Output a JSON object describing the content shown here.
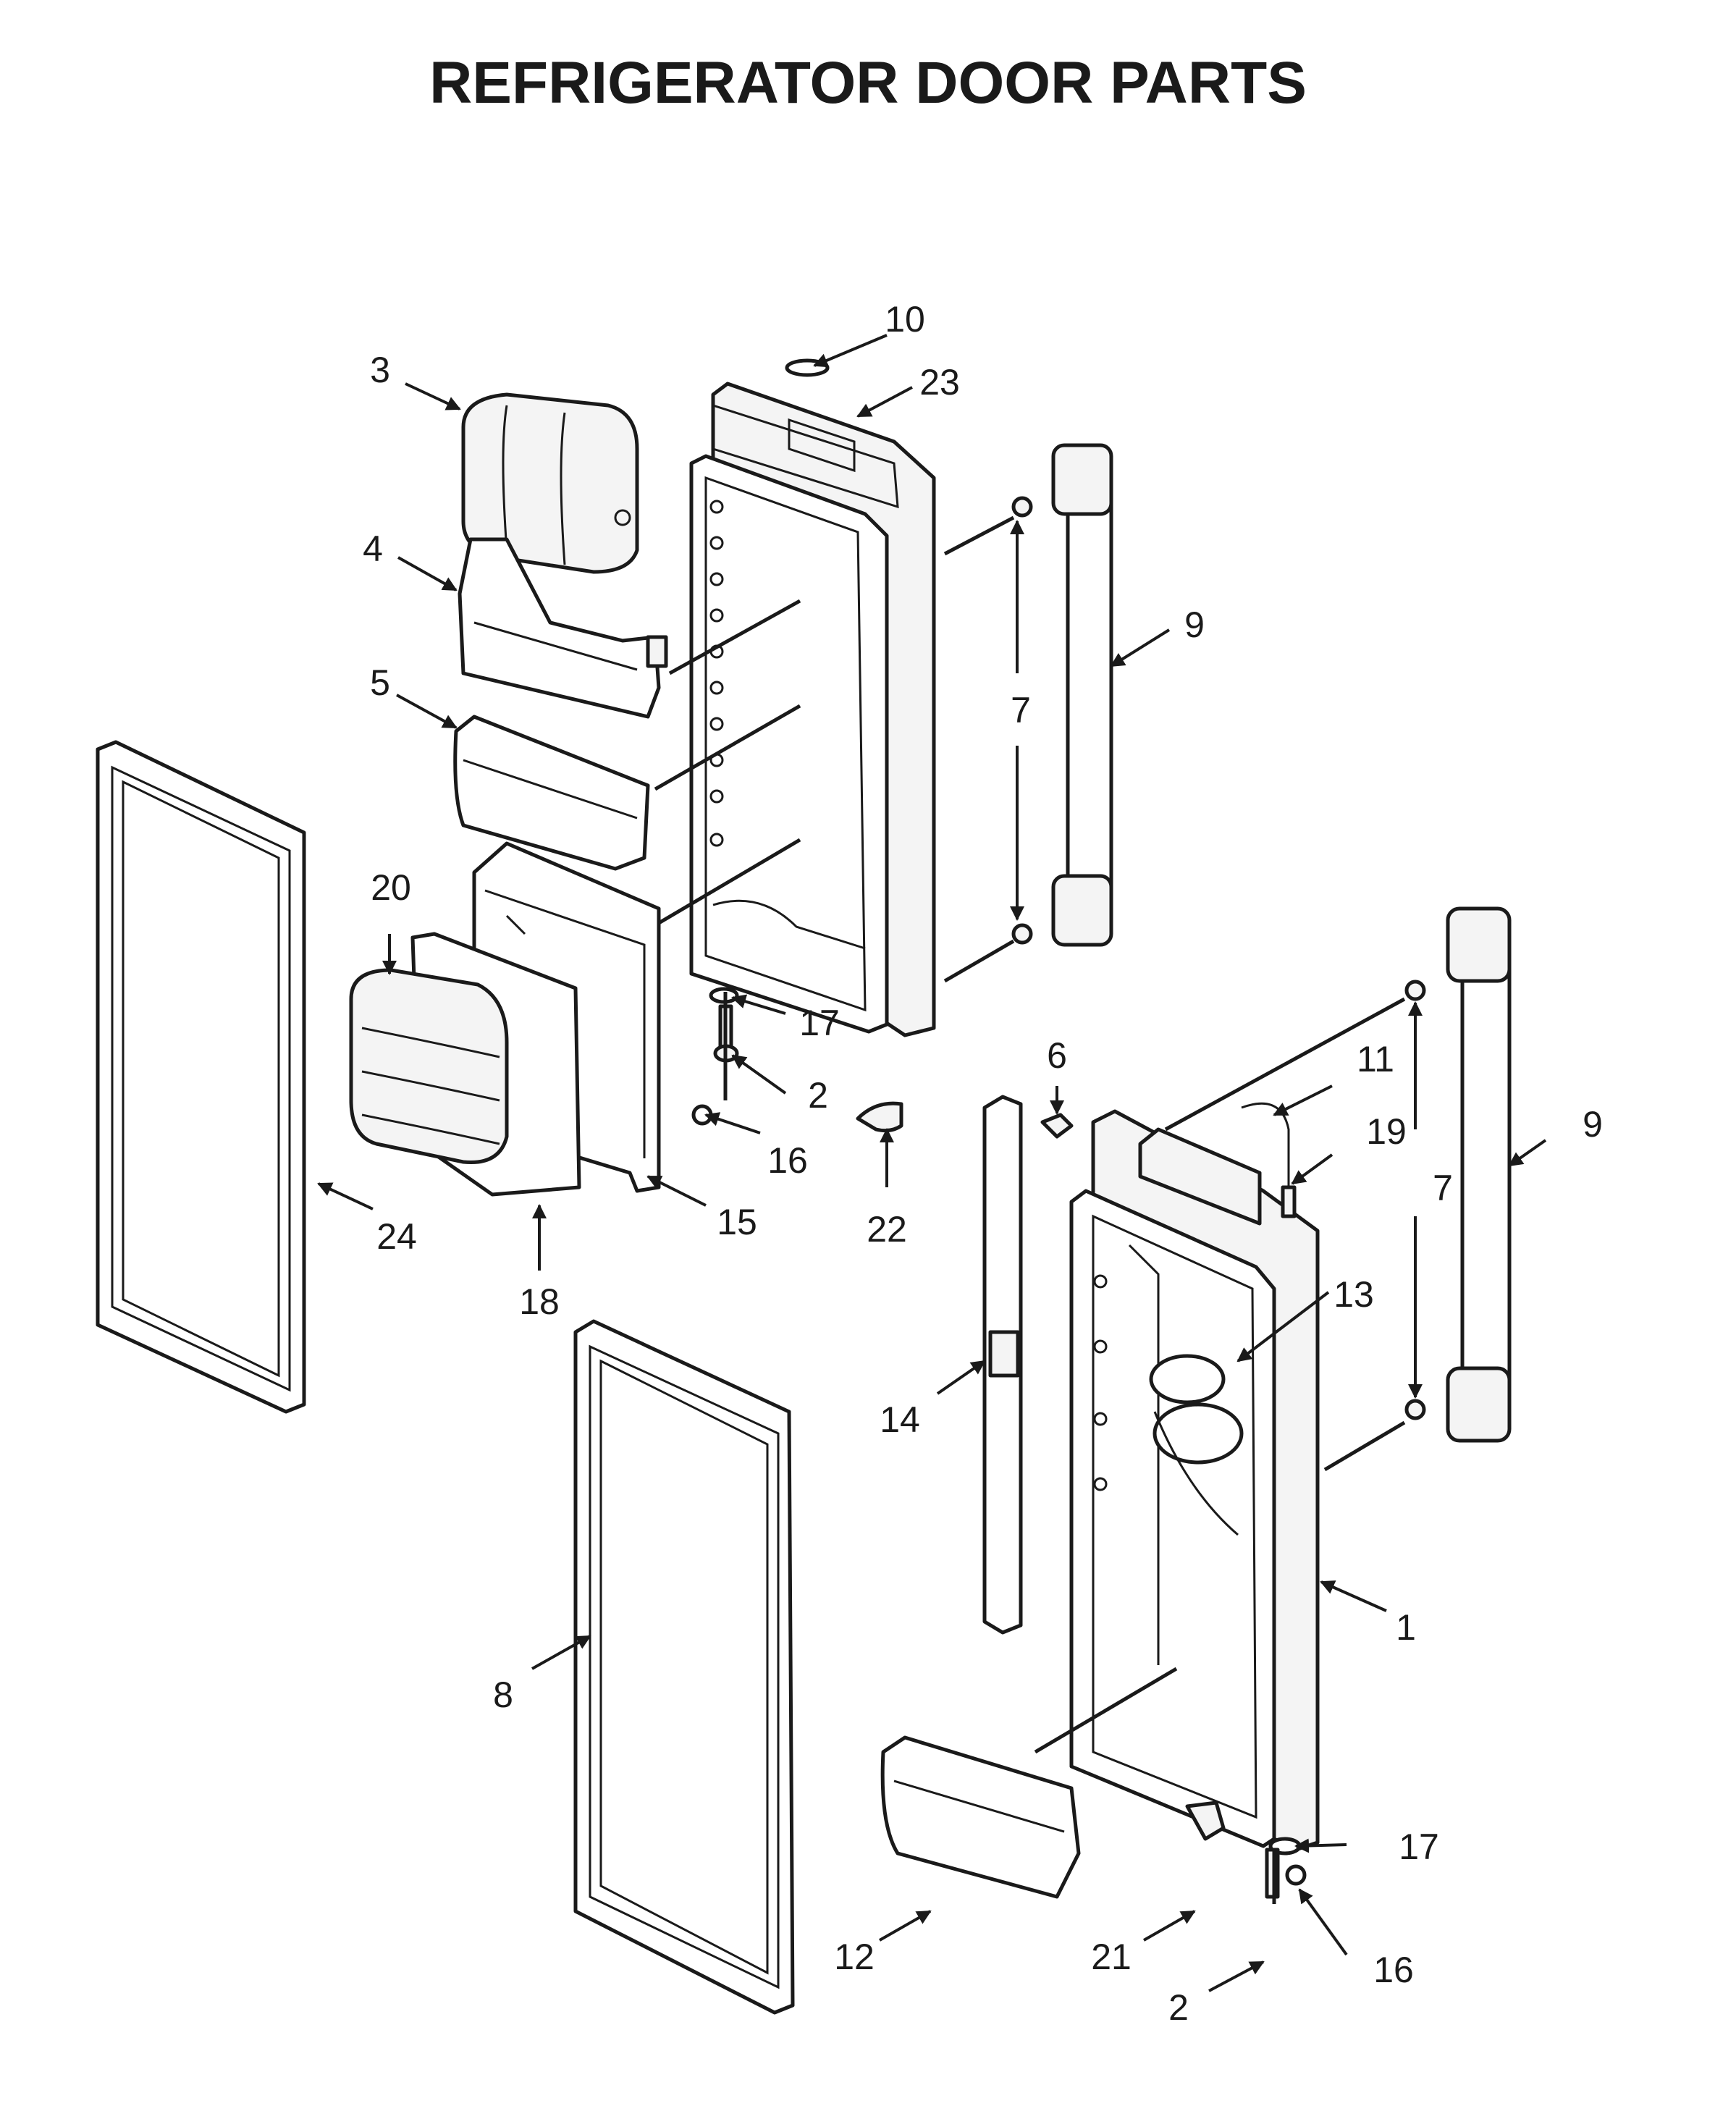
{
  "title": "REFRIGERATOR DOOR PARTS",
  "callouts": {
    "p1": "1",
    "p2a": "2",
    "p2b": "2",
    "p3": "3",
    "p4": "4",
    "p5": "5",
    "p6": "6",
    "p7a": "7",
    "p7b": "7",
    "p8": "8",
    "p9a": "9",
    "p9b": "9",
    "p10": "10",
    "p11": "11",
    "p12": "12",
    "p13": "13",
    "p14": "14",
    "p15": "15",
    "p16a": "16",
    "p16b": "16",
    "p17a": "17",
    "p17b": "17",
    "p18": "18",
    "p19": "19",
    "p20": "20",
    "p21": "21",
    "p22": "22",
    "p23": "23",
    "p24": "24"
  }
}
